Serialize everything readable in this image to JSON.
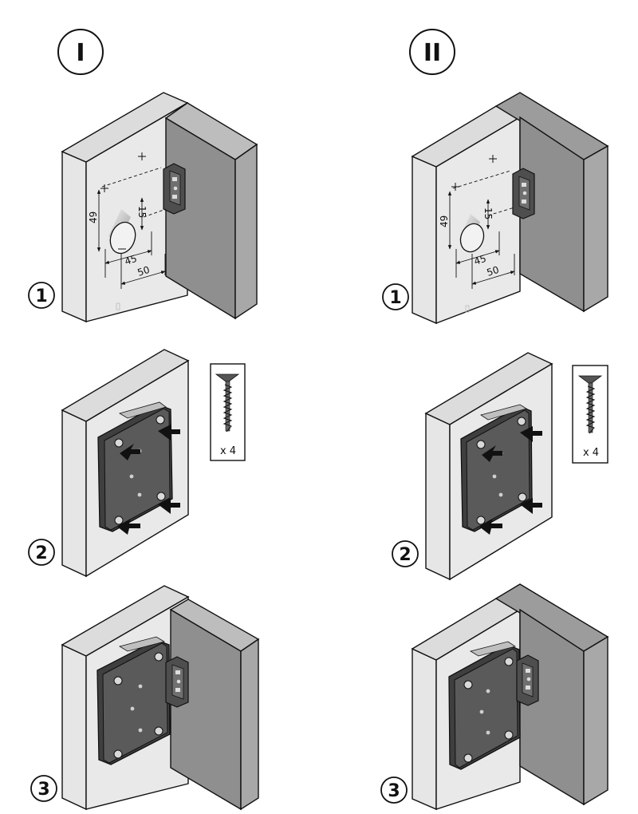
{
  "variants": [
    {
      "label": "I"
    },
    {
      "label": "II"
    }
  ],
  "steps": [
    {
      "label": "1"
    },
    {
      "label": "2"
    },
    {
      "label": "3"
    }
  ],
  "dimensions": {
    "height": "49",
    "offset": "15",
    "spacing": "45",
    "depth": "50"
  },
  "screws": {
    "quantity": "x 4"
  }
}
